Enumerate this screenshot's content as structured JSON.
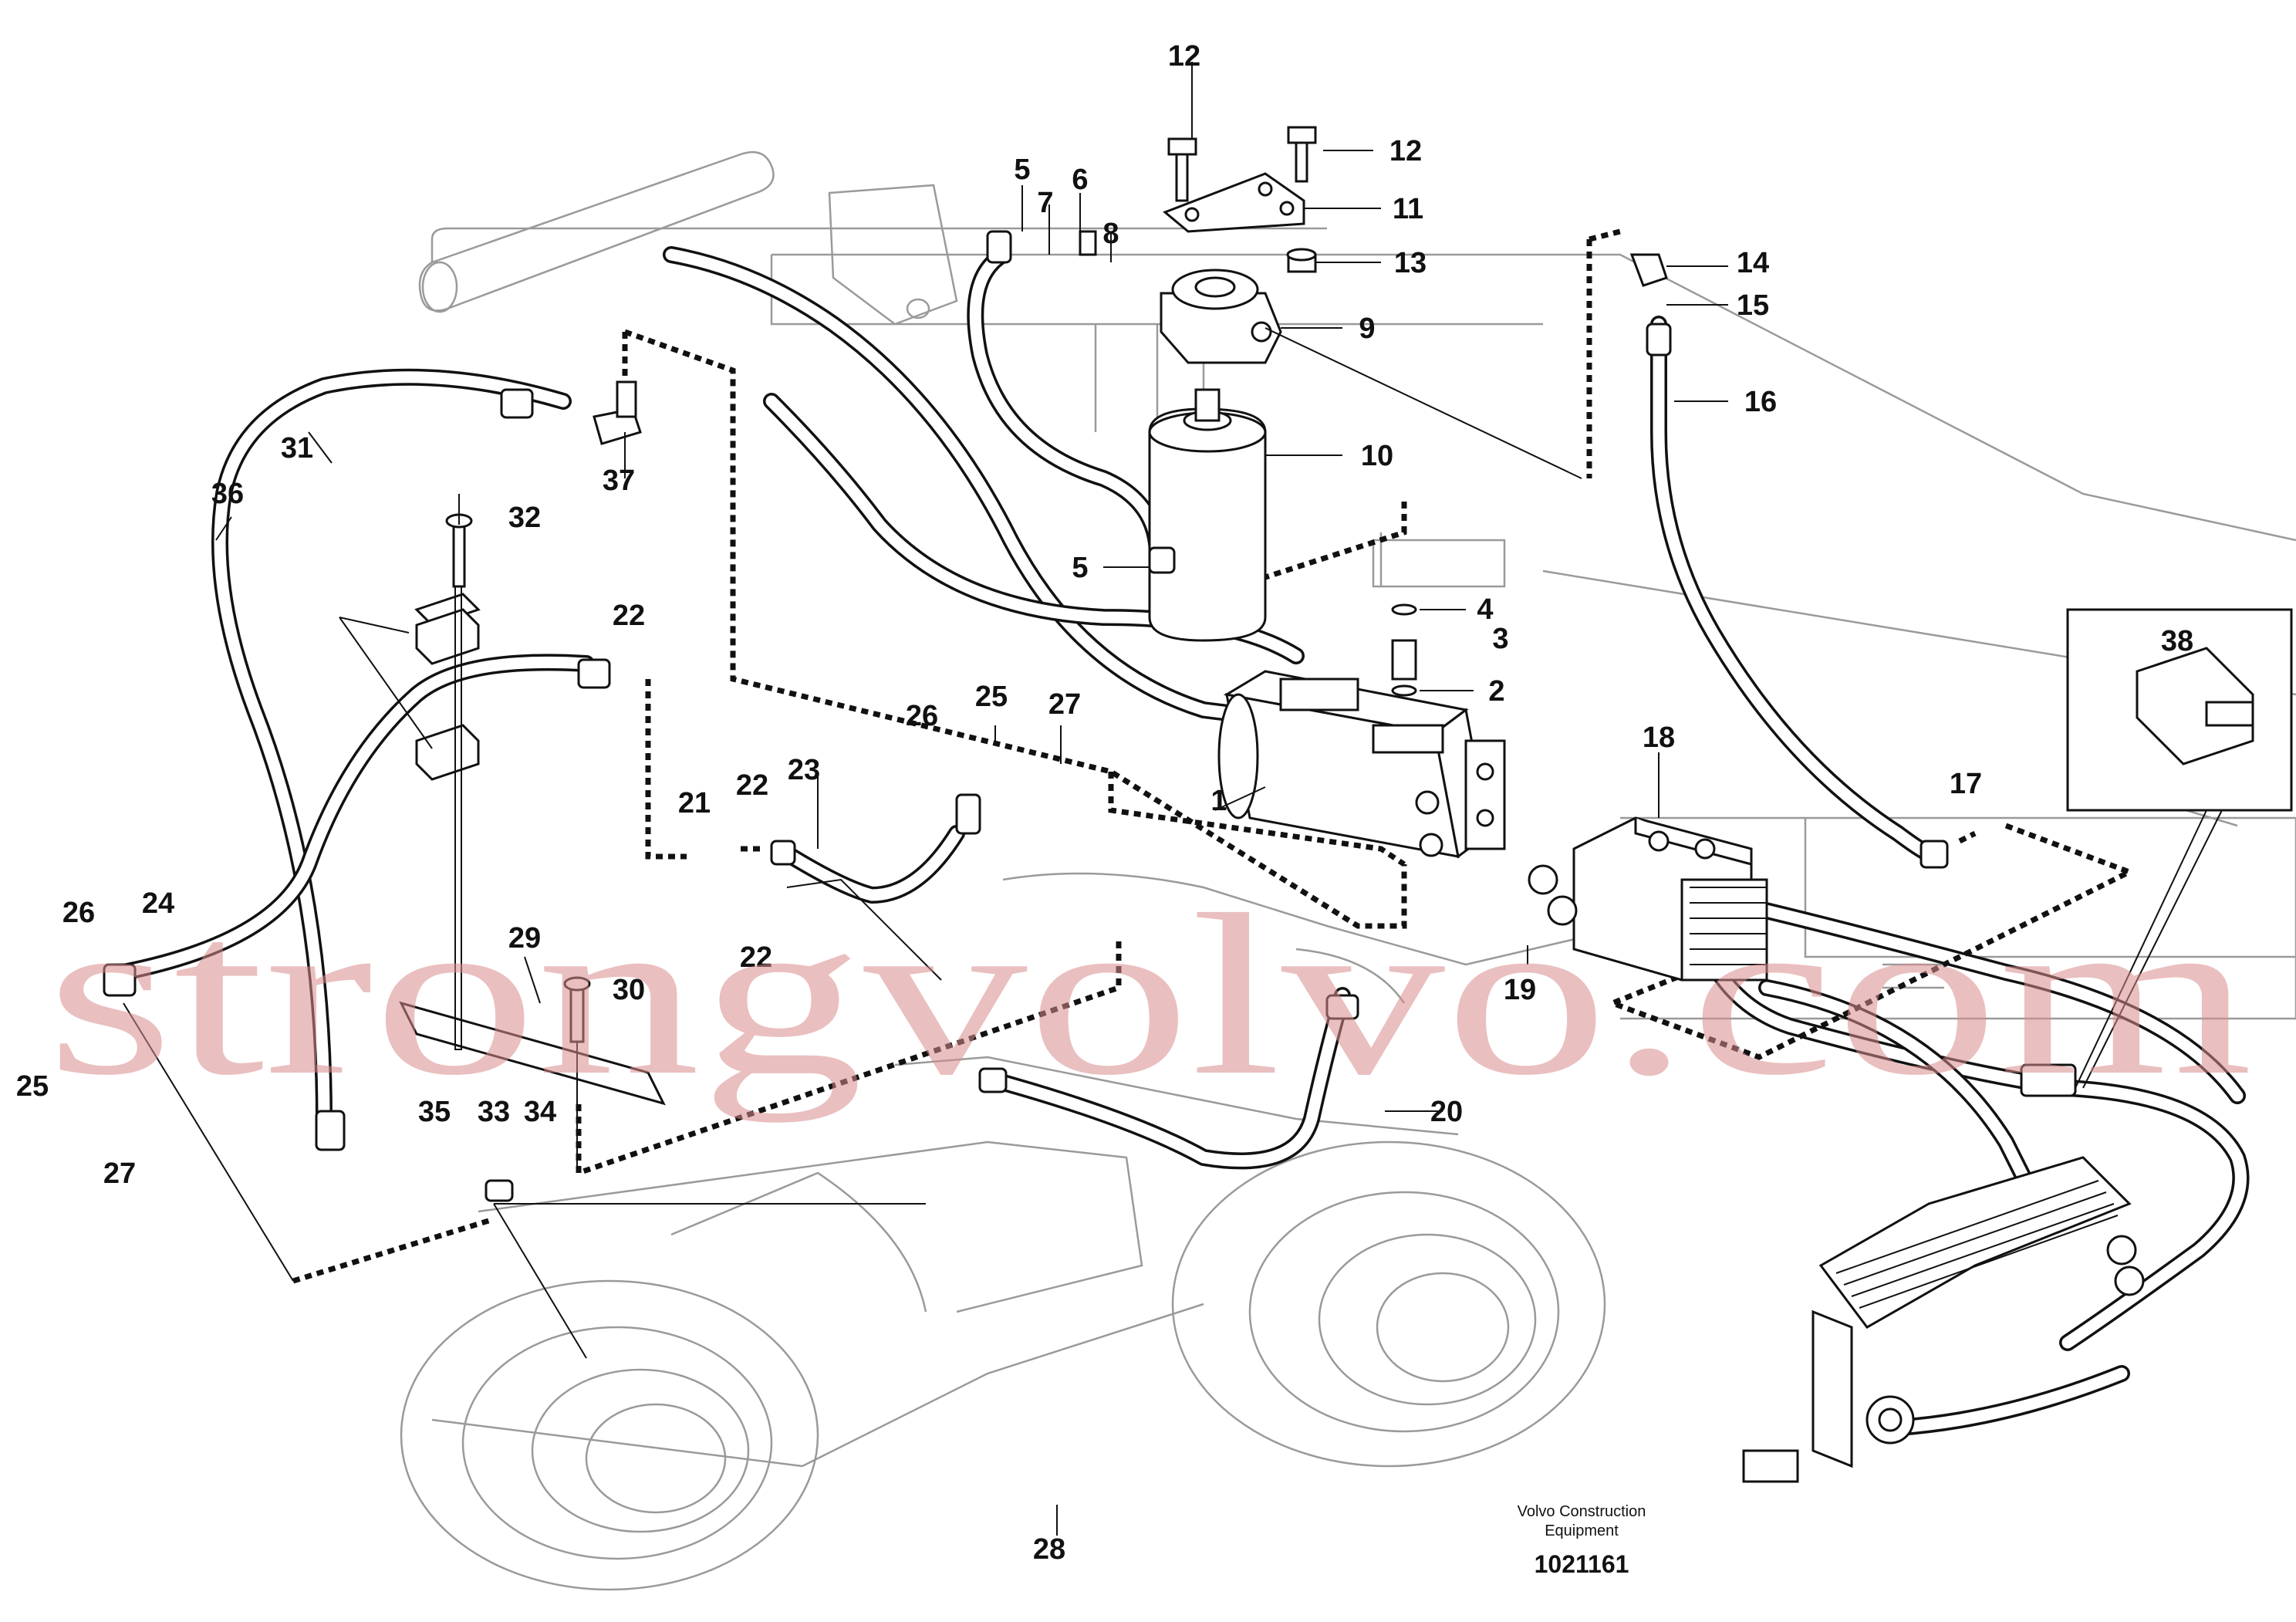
{
  "callouts": [
    {
      "id": "c1",
      "label": "1"
    },
    {
      "id": "c2",
      "label": "2"
    },
    {
      "id": "c3",
      "label": "3"
    },
    {
      "id": "c4",
      "label": "4"
    },
    {
      "id": "c5a",
      "label": "5"
    },
    {
      "id": "c5b",
      "label": "5"
    },
    {
      "id": "c6",
      "label": "6"
    },
    {
      "id": "c7",
      "label": "7"
    },
    {
      "id": "c8",
      "label": "8"
    },
    {
      "id": "c9",
      "label": "9"
    },
    {
      "id": "c10",
      "label": "10"
    },
    {
      "id": "c11",
      "label": "11"
    },
    {
      "id": "c12a",
      "label": "12"
    },
    {
      "id": "c12b",
      "label": "12"
    },
    {
      "id": "c13",
      "label": "13"
    },
    {
      "id": "c14",
      "label": "14"
    },
    {
      "id": "c15",
      "label": "15"
    },
    {
      "id": "c16",
      "label": "16"
    },
    {
      "id": "c17",
      "label": "17"
    },
    {
      "id": "c18",
      "label": "18"
    },
    {
      "id": "c19",
      "label": "19"
    },
    {
      "id": "c20",
      "label": "20"
    },
    {
      "id": "c21",
      "label": "21"
    },
    {
      "id": "c22a",
      "label": "22"
    },
    {
      "id": "c22b",
      "label": "22"
    },
    {
      "id": "c22c",
      "label": "22"
    },
    {
      "id": "c23",
      "label": "23"
    },
    {
      "id": "c24",
      "label": "24"
    },
    {
      "id": "c25a",
      "label": "25"
    },
    {
      "id": "c25b",
      "label": "25"
    },
    {
      "id": "c26a",
      "label": "26"
    },
    {
      "id": "c26b",
      "label": "26"
    },
    {
      "id": "c27a",
      "label": "27"
    },
    {
      "id": "c27b",
      "label": "27"
    },
    {
      "id": "c28",
      "label": "28"
    },
    {
      "id": "c29",
      "label": "29"
    },
    {
      "id": "c30",
      "label": "30"
    },
    {
      "id": "c31",
      "label": "31"
    },
    {
      "id": "c32",
      "label": "32"
    },
    {
      "id": "c33",
      "label": "33"
    },
    {
      "id": "c34",
      "label": "34"
    },
    {
      "id": "c35",
      "label": "35"
    },
    {
      "id": "c36",
      "label": "36"
    },
    {
      "id": "c37",
      "label": "37"
    },
    {
      "id": "c38",
      "label": "38"
    }
  ],
  "footer": {
    "brand_line1": "Volvo Construction",
    "brand_line2": "Equipment",
    "drawing_number": "1021161"
  },
  "watermark": "strongvolvo.com",
  "colors": {
    "line": "#111111",
    "background_drawing": "#9a9a9a",
    "watermark": "#d98c8c"
  }
}
